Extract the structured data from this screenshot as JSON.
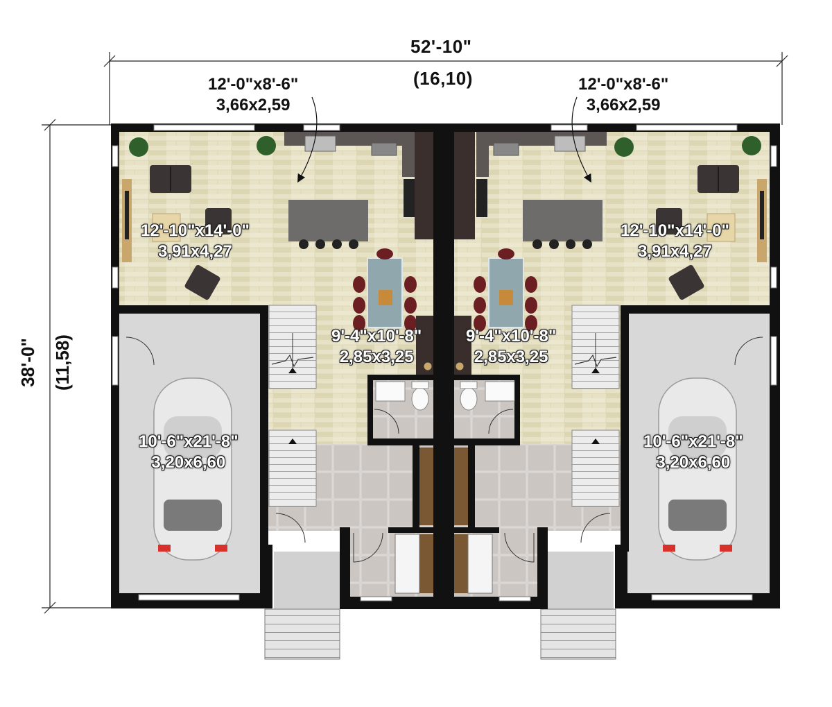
{
  "dimensions": {
    "overall_width_imperial": "52'-10\"",
    "overall_width_metric": "(16,10)",
    "overall_depth_imperial": "38'-0\"",
    "overall_depth_metric": "(11,58)"
  },
  "rooms": {
    "kitchen_left": {
      "imperial": "12'-0\"x8'-6\"",
      "metric": "3,66x2,59"
    },
    "kitchen_right": {
      "imperial": "12'-0\"x8'-6\"",
      "metric": "3,66x2,59"
    },
    "living_left": {
      "imperial": "12'-10\"x14'-0\"",
      "metric": "3,91x4,27"
    },
    "living_right": {
      "imperial": "12'-10\"x14'-0\"",
      "metric": "3,91x4,27"
    },
    "dining_left": {
      "imperial": "9'-4\"x10'-8\"",
      "metric": "2,85x3,25"
    },
    "dining_right": {
      "imperial": "9'-4\"x10'-8\"",
      "metric": "2,85x3,25"
    },
    "garage_left": {
      "imperial": "10'-6\"x21'-8\"",
      "metric": "3,20x6,60"
    },
    "garage_right": {
      "imperial": "10'-6\"x21'-8\"",
      "metric": "3,20x6,60"
    }
  },
  "colors": {
    "wall": "#111111",
    "floor_wood": "#e6e1c4",
    "floor_tile": "#cfcbc7",
    "garage_floor": "#d6d6d6",
    "counter": "#5a5552",
    "island": "#6e6c6a",
    "sofa": "#3a3434",
    "dining_chair": "#6b1f22",
    "closet_wood": "#6b4a2a"
  }
}
